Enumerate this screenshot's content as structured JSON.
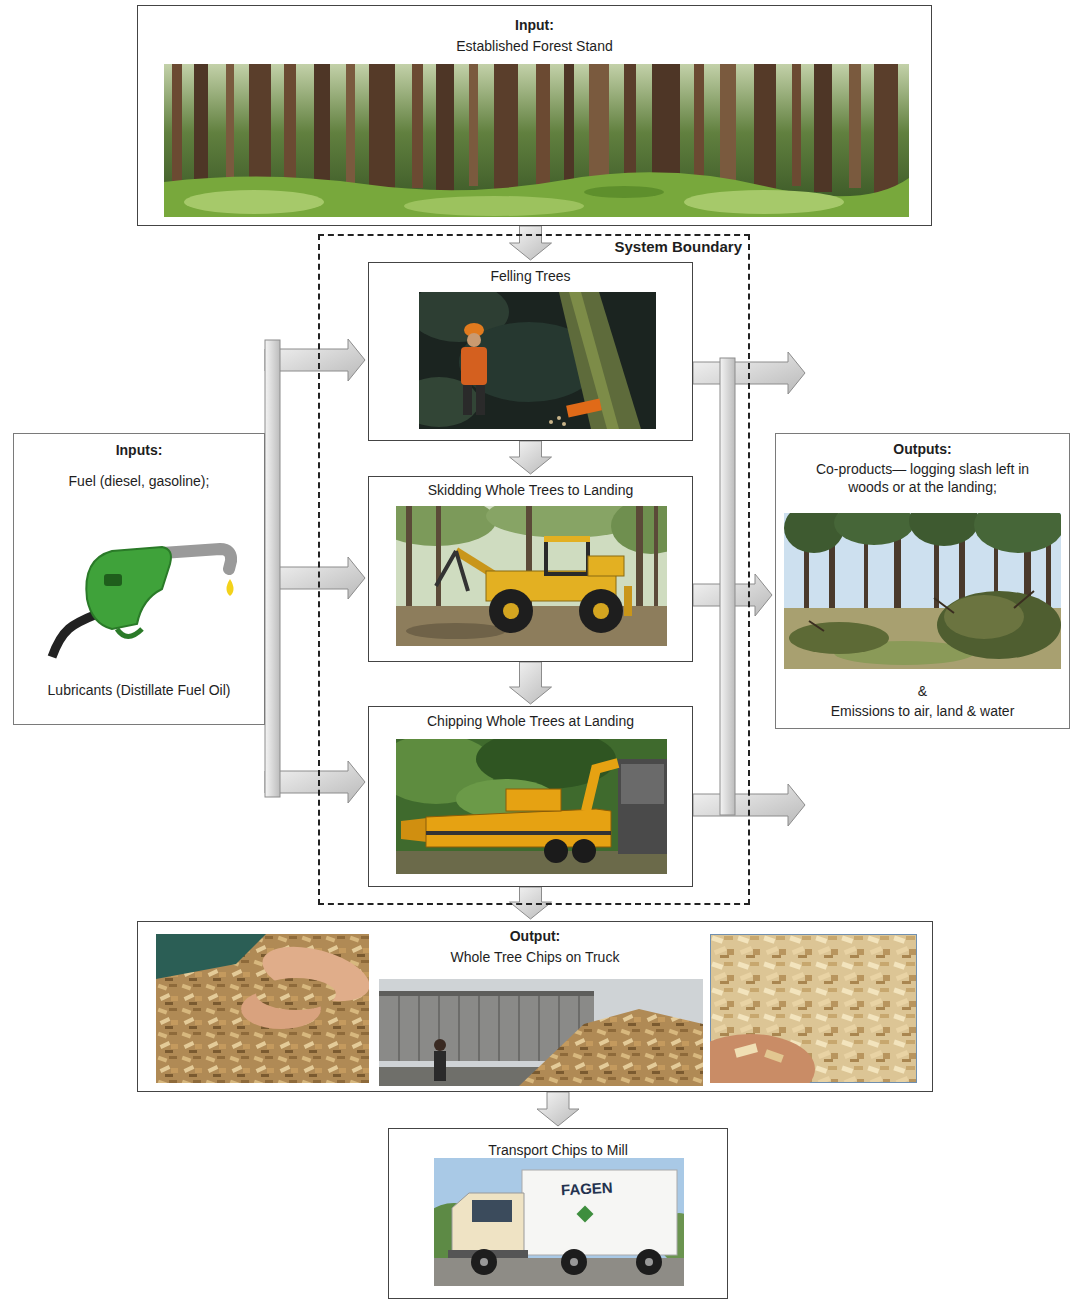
{
  "diagram": {
    "nodes": [
      {
        "text": [
          "Input:",
          "Established Forest Stand"
        ]
      },
      {
        "text": [
          "System Boundary"
        ]
      },
      {
        "text": [
          "Felling Trees"
        ],
        "in": 1
      },
      {
        "text": [
          "Skidding Whole Trees to Landing"
        ],
        "in": 1
      },
      {
        "text": [
          "Chipping Whole Trees at Landing"
        ],
        "in": 1
      },
      {
        "text": [
          "Inputs:",
          "Fuel (diesel, gasoline);",
          "Lubricants (Distillate Fuel Oil)"
        ]
      },
      {
        "text": [
          "Outputs:",
          "Co-products— logging slash left in woods or at the landing;",
          "&",
          "Emissions to air, land & water"
        ]
      },
      {
        "text": [
          "Output:",
          "Whole Tree Chips on Truck"
        ]
      },
      {
        "text": [
          "Transport Chips to Mill"
        ]
      }
    ],
    "edges": [
      {
        "from": 0,
        "to": 2,
        "arrow": "to"
      },
      {
        "from": 2,
        "to": 3,
        "arrow": "to"
      },
      {
        "from": 3,
        "to": 4,
        "arrow": "to"
      },
      {
        "from": 4,
        "to": 7,
        "arrow": "to"
      },
      {
        "from": 7,
        "to": 8,
        "arrow": "to"
      },
      {
        "from": 5,
        "to": 2,
        "arrow": "to"
      },
      {
        "from": 5,
        "to": 3,
        "arrow": "to"
      },
      {
        "from": 5,
        "to": 4,
        "arrow": "to"
      },
      {
        "from": 2,
        "to": 6,
        "arrow": "to"
      },
      {
        "from": 3,
        "to": 6,
        "arrow": "to"
      },
      {
        "from": 4,
        "to": 6,
        "arrow": "to"
      }
    ],
    "labels": [
      "FAGEN"
    ]
  }
}
